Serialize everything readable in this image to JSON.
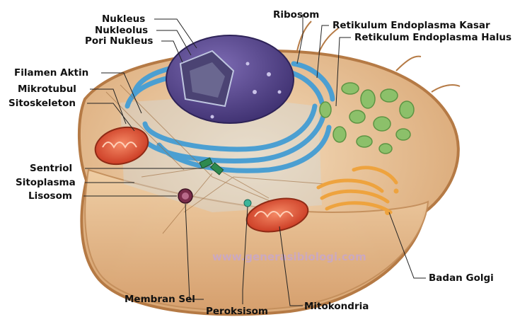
{
  "labels": {
    "nukleus": "Nukleus",
    "nukleolus": "Nukleolus",
    "pori_nukleus": "Pori Nukleus",
    "ribosom": "Ribosom",
    "re_kasar": "Retikulum Endoplasma Kasar",
    "re_halus": "Retikulum Endoplasma Halus",
    "filamen_aktin": "Filamen Aktin",
    "mikrotubul": "Mikrotubul",
    "sitoskeleton": "Sitoskeleton",
    "sentriol": "Sentriol",
    "sitoplasma": "Sitoplasma",
    "lisosom": "Lisosom",
    "badan_golgi": "Badan Golgi",
    "membran_sel": "Membran Sel",
    "peroksisom": "Peroksisom",
    "mitokondria": "Mitokondria"
  },
  "watermark": "www.generasibiologi.com",
  "colors": {
    "cytoplasm": "#e8c39a",
    "membrane": "#c98f57",
    "nucleus": "#5b4a8f",
    "er_rough": "#5aa9d6",
    "er_smooth": "#8cbf6a",
    "mitochondria": "#e0533a",
    "golgi": "#f0a640",
    "lysosome": "#7a2c4a"
  }
}
